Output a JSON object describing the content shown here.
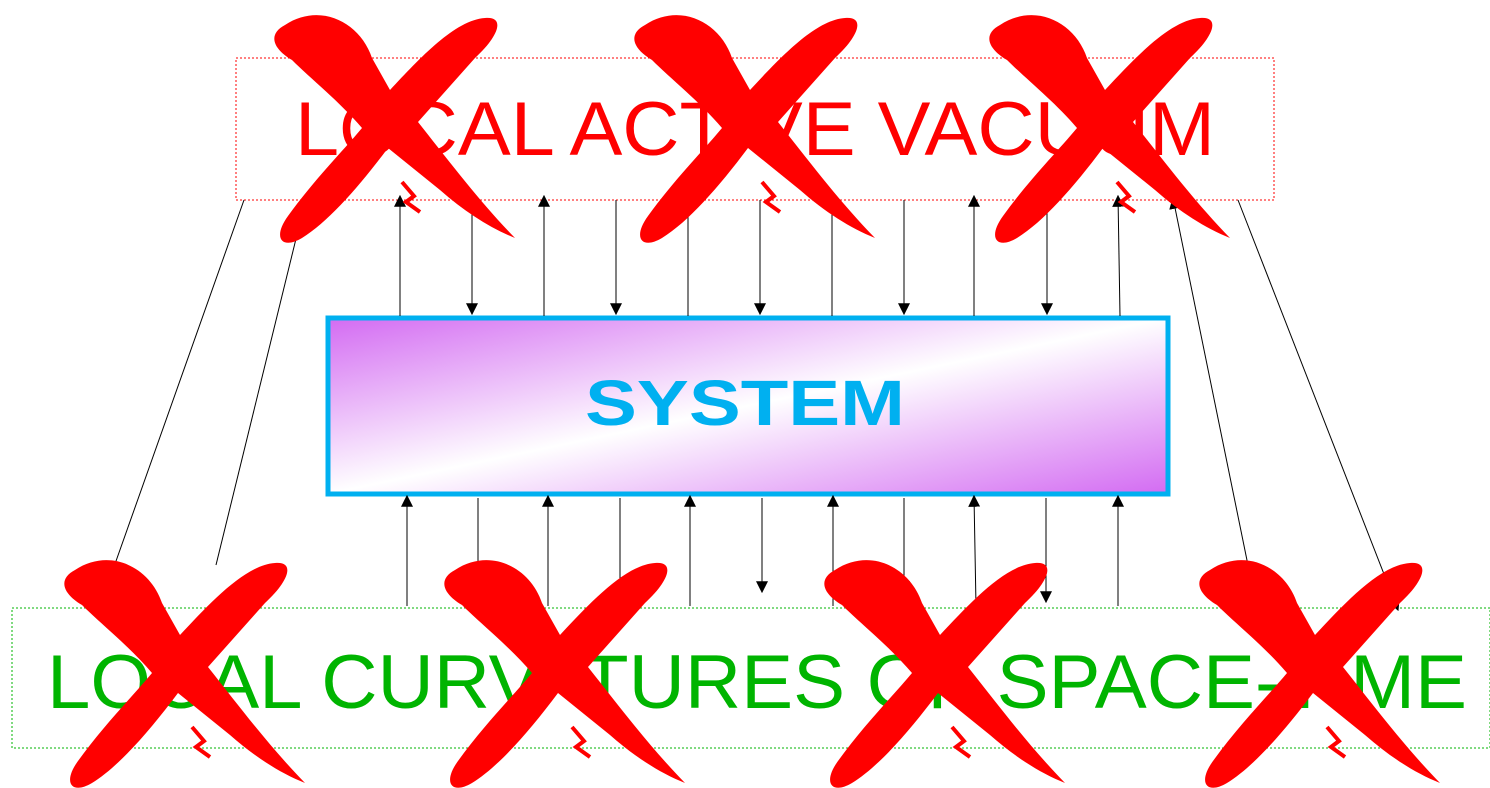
{
  "top_box": {
    "label": "LOCAL ACTIVE VACUUM",
    "color": "#ff0000"
  },
  "center_box": {
    "label": "SYSTEM",
    "text_color": "#00b0f0",
    "border_color": "#00b0f0",
    "gradient_edge": "#d36bf2",
    "gradient_center": "#ffffff"
  },
  "bottom_box": {
    "label": "LOCAL CURVATURES OF SPACE-TIME",
    "color": "#00b400"
  },
  "cross_marks": {
    "icon": "red-x-cross-out",
    "color": "#ff0000",
    "top_count": 3,
    "bottom_count": 4
  }
}
